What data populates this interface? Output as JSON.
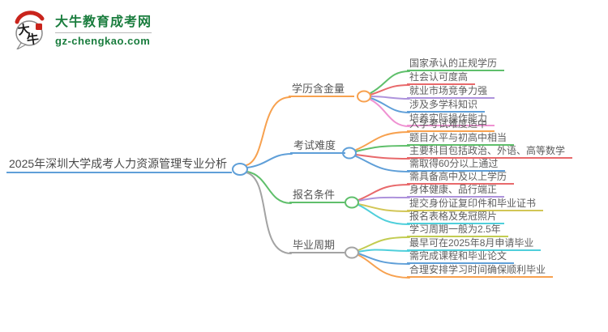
{
  "logo": {
    "site_name": "大牛教育成考网",
    "site_url": "gz-chengkao.com",
    "badge": [
      "大",
      "牛"
    ],
    "brand_color": "#1a7d3e",
    "seal_color": "#c9241c"
  },
  "palette": {
    "orange": "#f7a14f",
    "blue": "#5f9fd8",
    "green": "#5fbf6b",
    "gray": "#a3a3a3",
    "red": "#e8696b",
    "purple": "#ae93dc",
    "pink": "#ef92d2",
    "yellow": "#d2c656",
    "cyan": "#4fcfdb",
    "yellowgreen": "#c2cc51"
  },
  "mindmap": {
    "root": {
      "label": "2025年深圳大学成考人力资源管理专业分析"
    },
    "branches": [
      {
        "label": "学历含金量",
        "children": [
          {
            "label": "国家承认的正规学历"
          },
          {
            "label": "社会认可度高"
          },
          {
            "label": "就业市场竞争力强"
          },
          {
            "label": "涉及多学科知识"
          },
          {
            "label": "培养实际操作能力"
          }
        ]
      },
      {
        "label": "考试难度",
        "children": [
          {
            "label": "入学考试难度适中"
          },
          {
            "label": "题目水平与初高中相当"
          },
          {
            "label": "主要科目包括政治、外语、高等数学"
          },
          {
            "label": "需取得60分以上通过"
          }
        ]
      },
      {
        "label": "报名条件",
        "children": [
          {
            "label": "需具备高中及以上学历"
          },
          {
            "label": "身体健康、品行端正"
          },
          {
            "label": "提交身份证复印件和毕业证书"
          },
          {
            "label": "报名表格及免冠照片"
          }
        ]
      },
      {
        "label": "毕业周期",
        "children": [
          {
            "label": "学习周期一般为2.5年"
          },
          {
            "label": "最早可在2025年8月申请毕业"
          },
          {
            "label": "需完成课程和毕业论文"
          },
          {
            "label": "合理安排学习时间确保顺利毕业"
          }
        ]
      }
    ]
  }
}
